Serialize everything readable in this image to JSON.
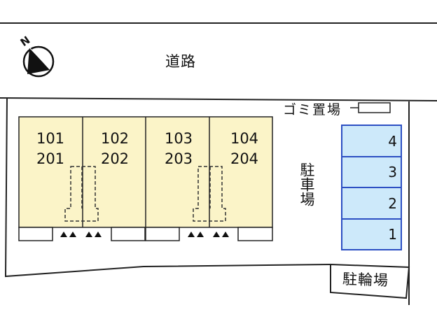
{
  "road": {
    "label": "道路"
  },
  "compass": {
    "north_letter": "N"
  },
  "building": {
    "units": [
      {
        "lower": "101",
        "upper": "201"
      },
      {
        "lower": "102",
        "upper": "202"
      },
      {
        "lower": "103",
        "upper": "203"
      },
      {
        "lower": "104",
        "upper": "204"
      }
    ],
    "fill_color": "#fbf4c8"
  },
  "garbage": {
    "label": "ゴミ置場"
  },
  "parking": {
    "label": "駐車場",
    "stalls": [
      "4",
      "3",
      "2",
      "1"
    ],
    "fill_color": "#cde9fa",
    "border_color": "#2c4fc3"
  },
  "bicycle_parking": {
    "label": "駐輪場"
  }
}
